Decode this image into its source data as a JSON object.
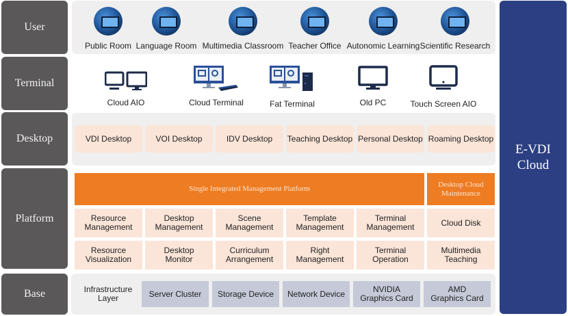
{
  "diagram": {
    "title": "E-VDI Cloud",
    "title_lines": [
      "E-VDI",
      "Cloud"
    ],
    "colors": {
      "layer_label_bg": "#5a5858",
      "panel_bg": "#efefef",
      "peach_cell": "#fbe5d8",
      "orange_accent": "#ee7c22",
      "base_cell": "#c5c9d8",
      "cloud_blue": "#2b3f82",
      "icon_navy": "#1c2b4a"
    }
  },
  "layers": {
    "user": {
      "label": "User",
      "items": [
        {
          "label": "Public Room",
          "icon": "classroom-photo"
        },
        {
          "label": "Language Room",
          "icon": "classroom-photo"
        },
        {
          "label": "Multimedia Classroom",
          "icon": "classroom-photo"
        },
        {
          "label": "Teacher Office",
          "icon": "classroom-photo"
        },
        {
          "label": "Autonomic Learning",
          "icon": "classroom-photo"
        },
        {
          "label": "Scientific Research",
          "icon": "classroom-photo"
        }
      ]
    },
    "terminal": {
      "label": "Terminal",
      "items": [
        {
          "label": "Cloud  AIO",
          "icon": "dual-monitor-icon"
        },
        {
          "label": "Cloud  Terminal",
          "icon": "thin-client-icon"
        },
        {
          "label": "Fat  Terminal",
          "icon": "desktop-tower-icon"
        },
        {
          "label": "Old  PC",
          "icon": "monitor-icon"
        },
        {
          "label": "Touch  Screen  AIO",
          "icon": "all-in-one-icon"
        }
      ]
    },
    "desktop": {
      "label": "Desktop",
      "items": [
        "VDI  Desktop",
        "VOI  Desktop",
        "IDV  Desktop",
        "Teaching Desktop",
        "Personal Desktop",
        "Roaming Desktop"
      ]
    },
    "platform": {
      "label": "Platform",
      "main_bar": "Single  Integrated  Management  Platform",
      "side_bar": [
        "Desktop  Cloud",
        "Maintenance"
      ],
      "row1": [
        [
          "Resource",
          "Management"
        ],
        [
          "Desktop",
          "Management"
        ],
        [
          "Scene",
          "Management"
        ],
        [
          "Template",
          "Management"
        ],
        [
          "Terminal",
          "Management"
        ],
        [
          "Cloud  Disk"
        ]
      ],
      "row2": [
        [
          "Resource",
          "Visualization"
        ],
        [
          "Desktop",
          "Monitor"
        ],
        [
          "Curriculum",
          "Arrangement"
        ],
        [
          "Right",
          "Management"
        ],
        [
          "Terminal",
          "Operation"
        ],
        [
          "Multimedia",
          "Teaching"
        ]
      ]
    },
    "base": {
      "label": "Base",
      "intro": [
        "Infrastructure",
        "Layer"
      ],
      "items": [
        [
          "Server  Cluster"
        ],
        [
          "Storage  Device"
        ],
        [
          "Network  Device"
        ],
        [
          "NVIDIA",
          "Graphics  Card"
        ],
        [
          "AMD",
          "Graphics  Card"
        ]
      ]
    }
  }
}
